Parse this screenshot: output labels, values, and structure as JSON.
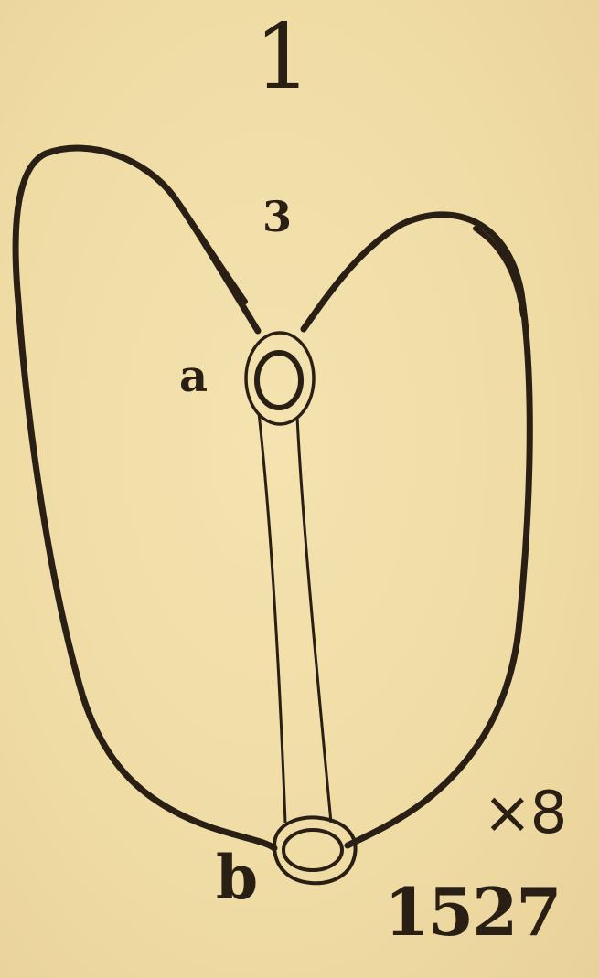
{
  "figure": {
    "number": "1",
    "label_top": "3",
    "label_a": "a",
    "label_b": "b",
    "magnification": "×8",
    "catalog_number": "1527"
  },
  "colors": {
    "paper": "#f1dfa8",
    "ink": "#2a1f14"
  },
  "icons": {
    "specimen": "bivalve-shell-outline"
  }
}
